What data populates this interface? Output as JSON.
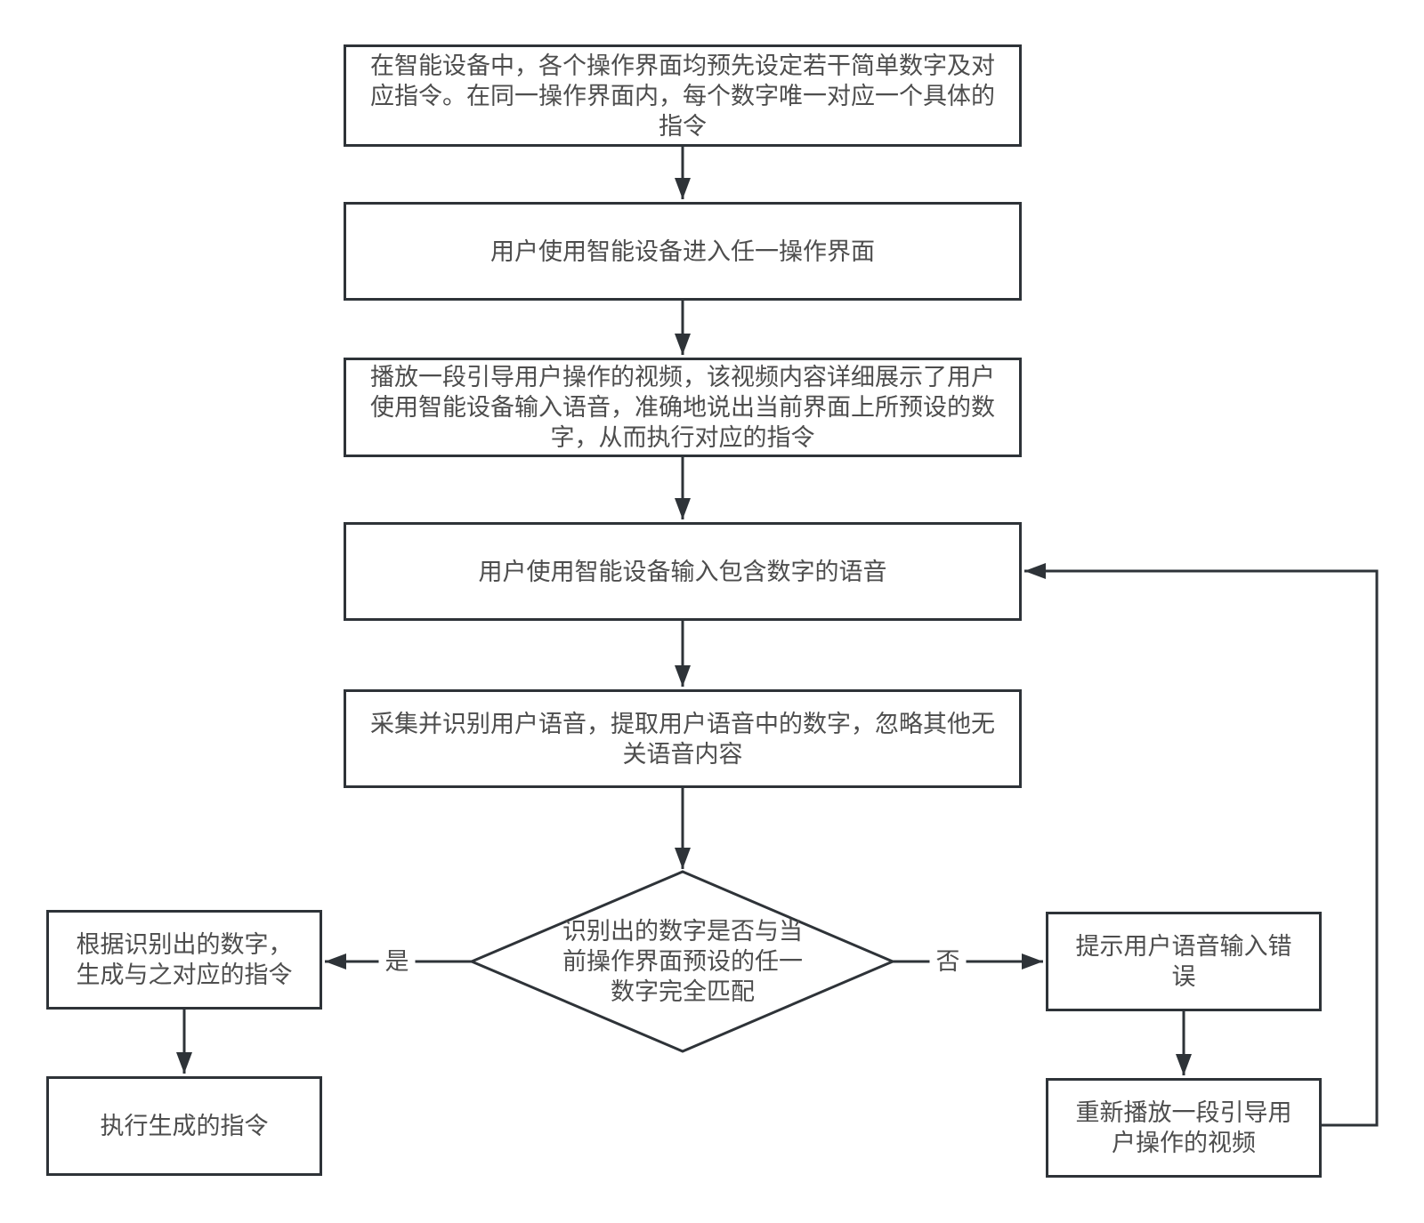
{
  "colors": {
    "line": "#2e3338",
    "text": "#4d4d4d",
    "background": "#ffffff"
  },
  "flowchart": {
    "nodes": {
      "setup": {
        "label": "在智能设备中，各个操作界面均预先设定若干简单数字及对应指令。在同一操作界面内，每个数字唯一对应一个具体的指令"
      },
      "enter_interface": {
        "label": "用户使用智能设备进入任一操作界面"
      },
      "play_guide_video": {
        "label": "播放一段引导用户操作的视频，该视频内容详细展示了用户使用智能设备输入语音，准确地说出当前界面上所预设的数字，从而执行对应的指令"
      },
      "voice_input": {
        "label": "用户使用智能设备输入包含数字的语音"
      },
      "recognize_voice": {
        "label": "采集并识别用户语音，提取用户语音中的数字，忽略其他无关语音内容"
      },
      "decision_match": {
        "label": "识别出的数字是否与当前操作界面预设的任一数字完全匹配"
      },
      "generate_command": {
        "label": "根据识别出的数字，生成与之对应的指令"
      },
      "execute_command": {
        "label": "执行生成的指令"
      },
      "error_prompt": {
        "label": "提示用户语音输入错误"
      },
      "replay_guide_video": {
        "label": "重新播放一段引导用户操作的视频"
      }
    },
    "edge_labels": {
      "yes": "是",
      "no": "否"
    }
  }
}
